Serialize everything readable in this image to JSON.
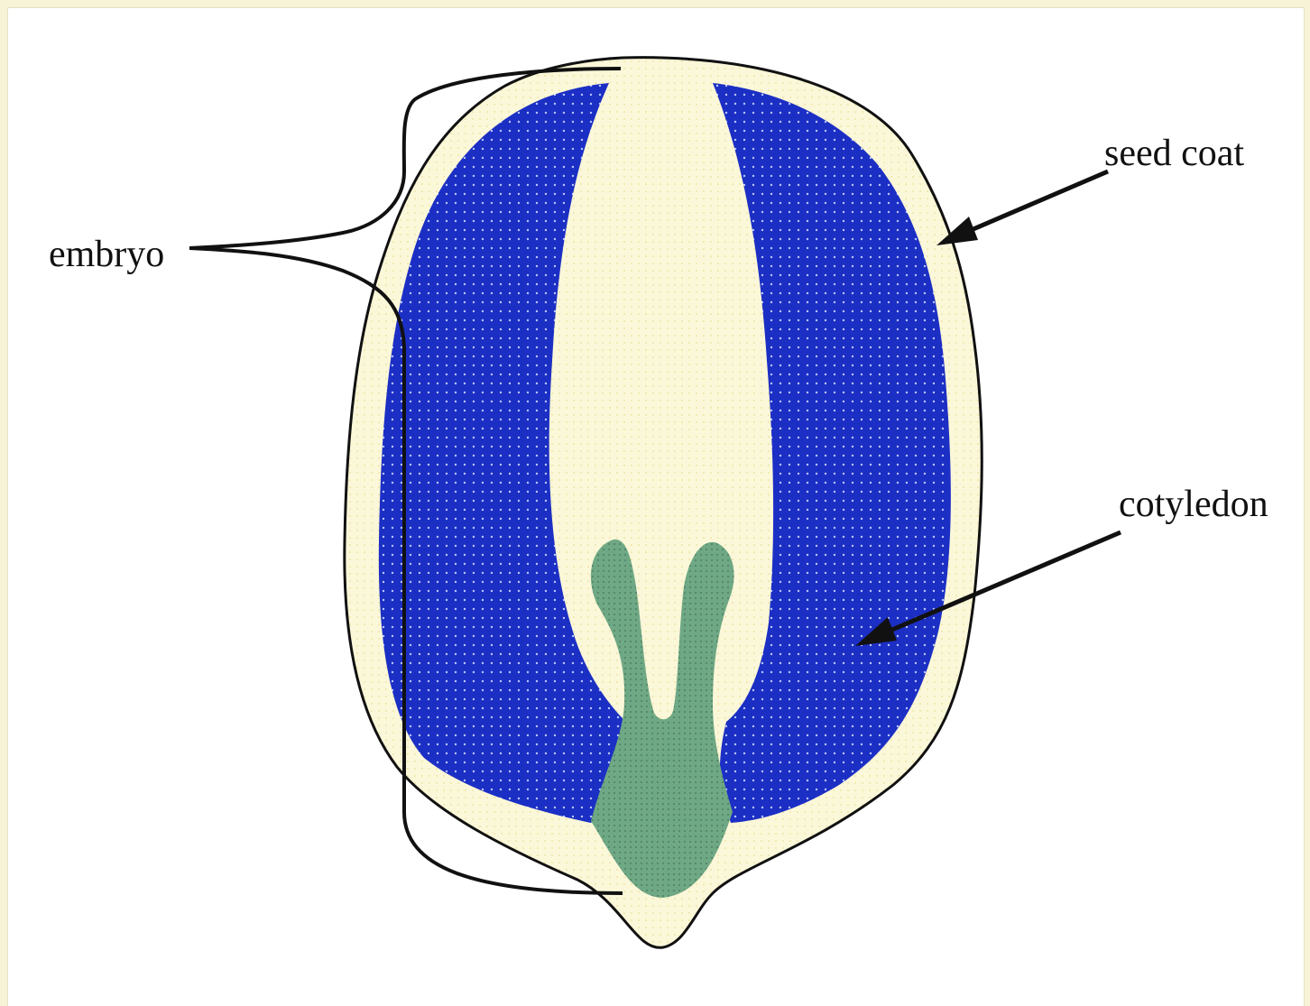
{
  "labels": {
    "embryo": "embryo",
    "seed_coat": "seed coat",
    "cotyledon": "cotyledon"
  },
  "colors": {
    "background_border": "#f6f3d6",
    "seed_coat_fill": "#fbf7d9",
    "cotyledon_fill": "#1c2fc4",
    "embryo_axis_fill": "#6fa884",
    "outline": "#111111"
  }
}
